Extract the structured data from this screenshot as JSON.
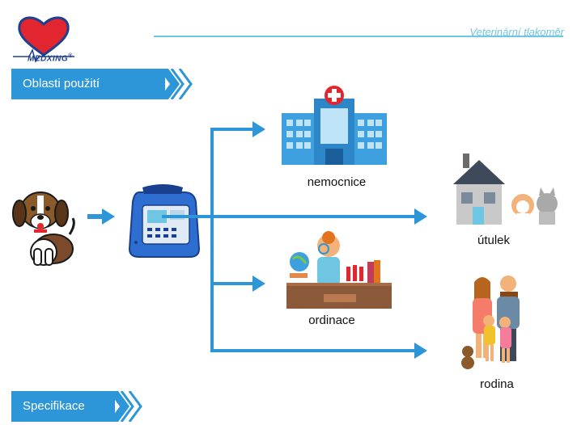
{
  "brand": {
    "name": "MEDXING",
    "registered": "®"
  },
  "header": {
    "title": "Veterinární tlakoměr"
  },
  "sections": {
    "applications": "Oblasti použití",
    "specifications": "Specifikace"
  },
  "destinations": {
    "hospital": "nemocnice",
    "shelter": "útulek",
    "clinic": "ordinace",
    "family": "rodina"
  },
  "colors": {
    "accent": "#2d96d8",
    "header_line": "#6fc6e3",
    "logo_red": "#e1262f",
    "logo_blue": "#1f3f8f"
  }
}
